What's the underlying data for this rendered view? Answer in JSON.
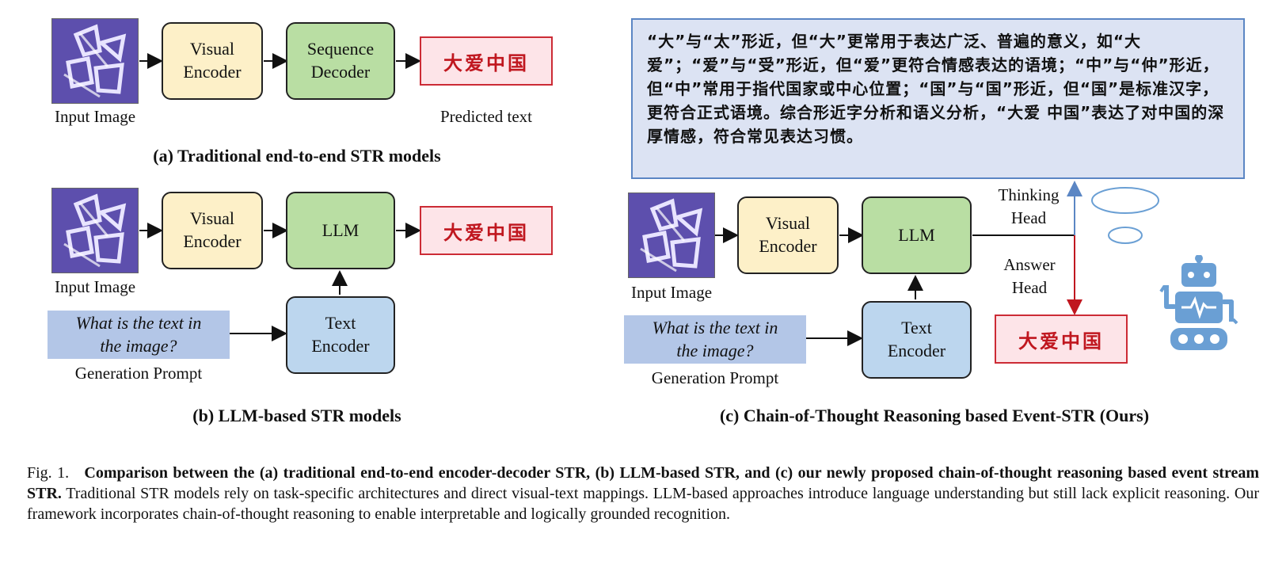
{
  "panel_a": {
    "visual_encoder": "Visual\nEncoder",
    "sequence_decoder": "Sequence\nDecoder",
    "prediction": "大爱中国",
    "input_label": "Input Image",
    "predicted_label": "Predicted text",
    "caption": "(a) Traditional end-to-end STR models"
  },
  "panel_b": {
    "visual_encoder": "Visual\nEncoder",
    "llm": "LLM",
    "text_encoder": "Text\nEncoder",
    "prediction": "大爱中国",
    "input_label": "Input Image",
    "prompt": "What is the text in\nthe image?",
    "prompt_label": "Generation Prompt",
    "caption": "(b) LLM-based STR models"
  },
  "panel_c": {
    "reasoning": "“大”与“太”形近，但“大”更常用于表达广泛、普遍的意义，如“大爱”；“爱”与“受”形近，但“爱”更符合情感表达的语境；“中”与“仲”形近，但“中”常用于指代国家或中心位置；“国”与“国”形近，但“国”是标准汉字，更符合正式语境。综合形近字分析和语义分析，“大爱 中国”表达了对中国的深厚情感，符合常见表达习惯。",
    "visual_encoder": "Visual\nEncoder",
    "llm": "LLM",
    "text_encoder": "Text\nEncoder",
    "thinking_head": "Thinking\nHead",
    "answer_head": "Answer\nHead",
    "prediction": "大爱中国",
    "input_label": "Input Image",
    "prompt": "What is the text in\nthe image?",
    "prompt_label": "Generation Prompt",
    "caption": "(c) Chain-of-Thought Reasoning based Event-STR (Ours)"
  },
  "figure_caption": {
    "prefix": "Fig. 1.",
    "bold": "Comparison between the (a) traditional end-to-end encoder-decoder STR, (b) LLM-based STR, and (c) our newly proposed chain-of-thought reasoning based event stream STR.",
    "body": "Traditional STR models rely on task-specific architectures and direct visual-text mappings. LLM-based approaches introduce language understanding but still lack explicit reasoning. Our framework incorporates chain-of-thought reasoning to enable interpretable and logically grounded recognition."
  },
  "colors": {
    "encoder_fill": "#fdf0c8",
    "llm_fill": "#b9dea3",
    "text_encoder_fill": "#bcd6ee",
    "prediction_fill": "#fde4e8",
    "prediction_border": "#cc2b35",
    "prompt_fill": "#b3c6e7",
    "reasoning_fill": "#dce3f3",
    "thinking_arrow": "#5b86c4",
    "answer_arrow": "#c0171f",
    "robot": "#6a9fd4"
  },
  "icons": [
    "event-image-thumbnail",
    "thought-bubble-icon",
    "robot-icon"
  ]
}
